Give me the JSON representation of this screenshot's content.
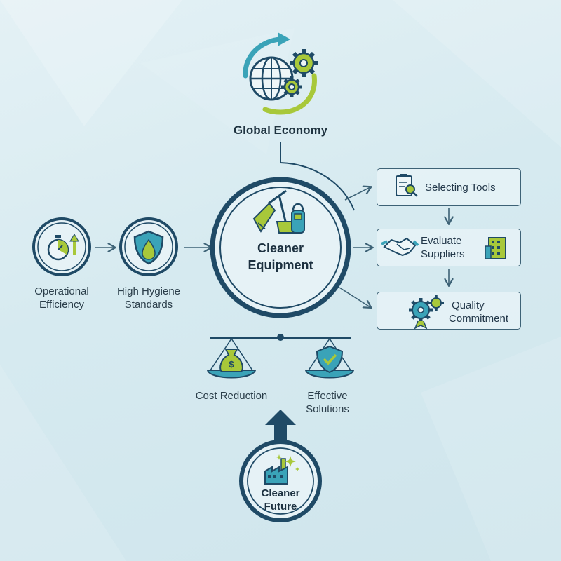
{
  "colors": {
    "navy": "#1f4a66",
    "teal": "#3aa3b8",
    "lime": "#a8c83a",
    "box_border": "#3d6276"
  },
  "top": {
    "icon": "globe-gears-icon",
    "label": "Global Economy"
  },
  "center": {
    "icon": "cleaning-equipment-icon",
    "line1": "Cleaner",
    "line2": "Equipment"
  },
  "left_nodes": [
    {
      "icon": "stopwatch-arrow-icon",
      "line1": "Operational",
      "line2": "Efficiency"
    },
    {
      "icon": "shield-drop-icon",
      "line1": "High Hygiene",
      "line2": "Standards"
    }
  ],
  "right_boxes": [
    {
      "icon": "clipboard-magnifier-icon",
      "line1": "Selecting Tools",
      "line2": ""
    },
    {
      "icon": "handshake-icon",
      "line1": "Evaluate",
      "line2": "Suppliers",
      "icon2": "building-icon"
    },
    {
      "icon": "gears-icon",
      "line1": "Quality",
      "line2": "Commitment"
    }
  ],
  "balance": {
    "icon": "balance-scale-icon",
    "left": {
      "icon": "money-bag-icon",
      "line1": "Cost Reduction",
      "line2": ""
    },
    "right": {
      "icon": "shield-check-icon",
      "line1": "Effective",
      "line2": "Solutions"
    }
  },
  "bottom": {
    "icon": "factory-sparkle-icon",
    "line1": "Cleaner",
    "line2": "Future"
  }
}
